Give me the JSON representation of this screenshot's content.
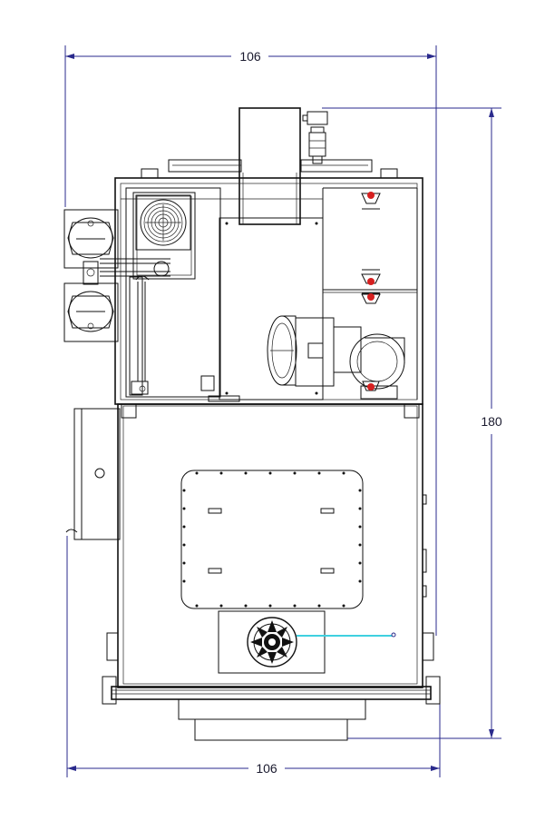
{
  "dimensions": {
    "top_width": "106",
    "bottom_width": "106",
    "height": "180"
  },
  "colors": {
    "line": "#111111",
    "dimension": "#2a2a8c",
    "accent_red": "#d62020",
    "accent_cyan": "#3fd0e0"
  }
}
